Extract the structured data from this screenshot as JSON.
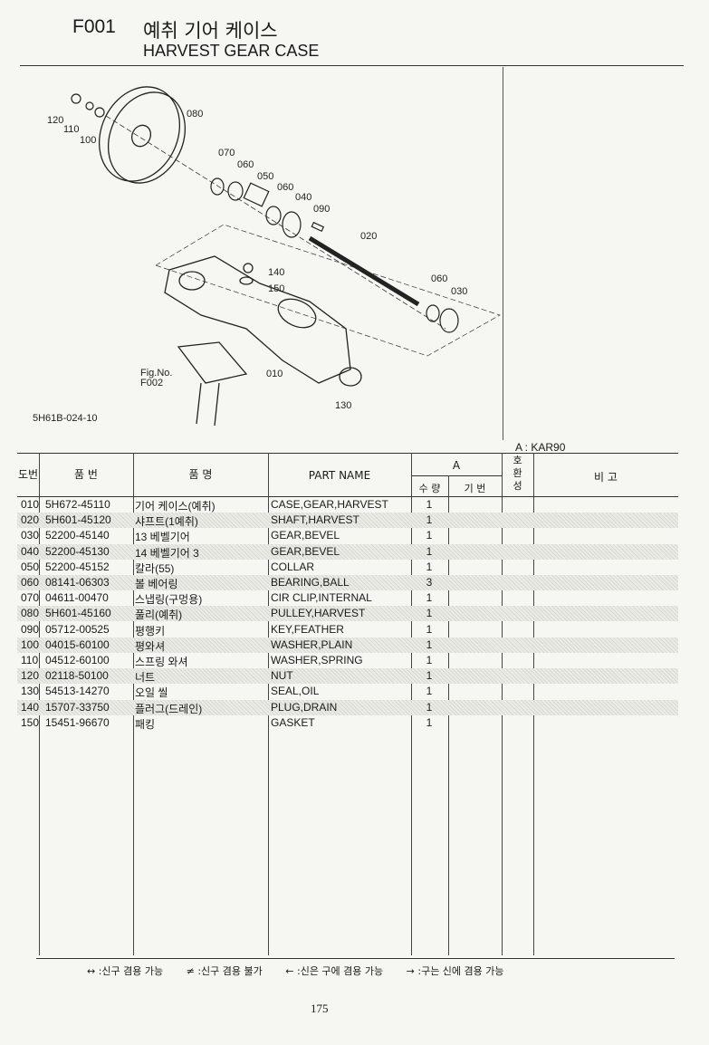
{
  "header": {
    "code": "F001",
    "title_ko": "예취 기어 케이스",
    "title_en": "HARVEST GEAR CASE"
  },
  "diagram": {
    "callouts": [
      "120",
      "110",
      "100",
      "080",
      "070",
      "060",
      "050",
      "060",
      "040",
      "090",
      "020",
      "060",
      "030",
      "140",
      "150",
      "010",
      "130"
    ],
    "fig_ref_line1": "Fig.No.",
    "fig_ref_line2": "F002",
    "drawing_id": "5H61B-024-10"
  },
  "model_note": "A : KAR90",
  "table": {
    "headers": {
      "no": "도번",
      "part_no": "품   번",
      "name_ko": "품          명",
      "part_name": "PART  NAME",
      "group_a": "A",
      "qty": "수 량",
      "base": "기 번",
      "swap": "호\n환\n성",
      "remarks": "비          고"
    },
    "rows": [
      {
        "no": "010",
        "part_no": "5H672-45110",
        "name_ko": "기어 케이스(예취)",
        "part_name": "CASE,GEAR,HARVEST",
        "qty": "1"
      },
      {
        "no": "020",
        "part_no": "5H601-45120",
        "name_ko": "샤프트(1예취)",
        "part_name": "SHAFT,HARVEST",
        "qty": "1"
      },
      {
        "no": "030",
        "part_no": "52200-45140",
        "name_ko": "13 베벨기어",
        "part_name": "GEAR,BEVEL",
        "qty": "1"
      },
      {
        "no": "040",
        "part_no": "52200-45130",
        "name_ko": "14 베벨기어  3",
        "part_name": "GEAR,BEVEL",
        "qty": "1"
      },
      {
        "no": "050",
        "part_no": "52200-45152",
        "name_ko": "칼라(55)",
        "part_name": "COLLAR",
        "qty": "1"
      },
      {
        "no": "060",
        "part_no": "08141-06303",
        "name_ko": "볼 베어링",
        "part_name": "BEARING,BALL",
        "qty": "3"
      },
      {
        "no": "070",
        "part_no": "04611-00470",
        "name_ko": "스냅링(구멍용)",
        "part_name": "CIR CLIP,INTERNAL",
        "qty": "1"
      },
      {
        "no": "080",
        "part_no": "5H601-45160",
        "name_ko": "풀리(예취)",
        "part_name": "PULLEY,HARVEST",
        "qty": "1"
      },
      {
        "no": "090",
        "part_no": "05712-00525",
        "name_ko": "평행키",
        "part_name": "KEY,FEATHER",
        "qty": "1"
      },
      {
        "no": "100",
        "part_no": "04015-60100",
        "name_ko": "평와셔",
        "part_name": "WASHER,PLAIN",
        "qty": "1"
      },
      {
        "no": "110",
        "part_no": "04512-60100",
        "name_ko": "스프링 와셔",
        "part_name": "WASHER,SPRING",
        "qty": "1"
      },
      {
        "no": "120",
        "part_no": "02118-50100",
        "name_ko": "너트",
        "part_name": "NUT",
        "qty": "1"
      },
      {
        "no": "130",
        "part_no": "54513-14270",
        "name_ko": "오일 씰",
        "part_name": "SEAL,OIL",
        "qty": "1"
      },
      {
        "no": "140",
        "part_no": "15707-33750",
        "name_ko": "플러그(드레인)",
        "part_name": "PLUG,DRAIN",
        "qty": "1"
      },
      {
        "no": "150",
        "part_no": "15451-96670",
        "name_ko": "패킹",
        "part_name": "GASKET",
        "qty": "1"
      }
    ]
  },
  "footer": {
    "legend": [
      "↔ :신구 겸용 가능",
      "≠ :신구 겸용 불가",
      "← :신은 구에 겸용 가능",
      "→ :구는 신에 겸용 가능"
    ],
    "page_number": "175"
  }
}
